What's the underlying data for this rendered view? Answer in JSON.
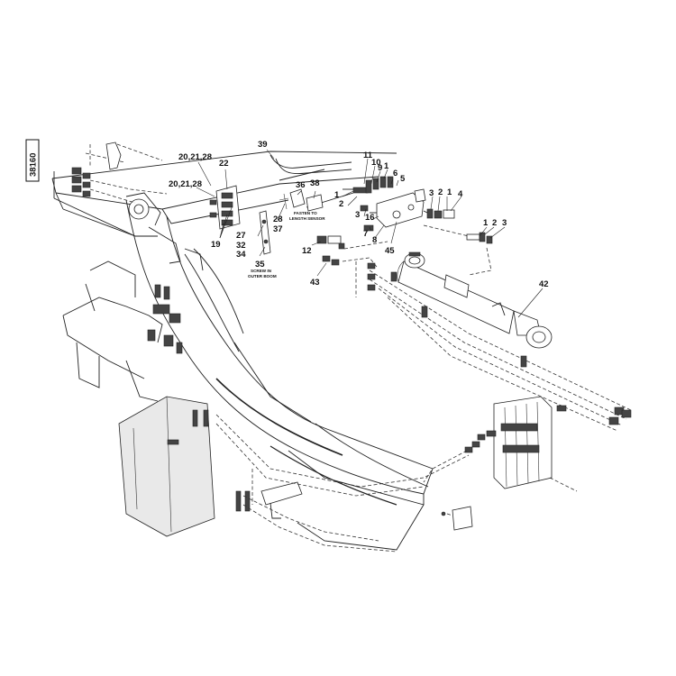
{
  "diagram": {
    "sheet_id": "38160",
    "notes": {
      "length_sensor": [
        "FASTEN TO",
        "LENGTH SENSOR"
      ],
      "outer_boom": [
        "SCREW IN",
        "OUTER BOOM"
      ]
    },
    "callouts": [
      {
        "id": "c-20-21-28-a",
        "text": "20,21,28"
      },
      {
        "id": "c-20-21-28-b",
        "text": "20,21,28"
      },
      {
        "id": "c-22",
        "text": "22"
      },
      {
        "id": "c-19",
        "text": "19"
      },
      {
        "id": "c-27",
        "text": "27"
      },
      {
        "id": "c-32",
        "text": "32"
      },
      {
        "id": "c-34",
        "text": "34"
      },
      {
        "id": "c-35",
        "text": "35"
      },
      {
        "id": "c-39",
        "text": "39"
      },
      {
        "id": "c-36",
        "text": "36"
      },
      {
        "id": "c-38",
        "text": "38"
      },
      {
        "id": "c-28",
        "text": "28"
      },
      {
        "id": "c-37",
        "text": "37"
      },
      {
        "id": "c-11",
        "text": "11"
      },
      {
        "id": "c-10",
        "text": "10"
      },
      {
        "id": "c-9",
        "text": "9"
      },
      {
        "id": "c-1a",
        "text": "1"
      },
      {
        "id": "c-6",
        "text": "6"
      },
      {
        "id": "c-5",
        "text": "5"
      },
      {
        "id": "c-1b",
        "text": "1"
      },
      {
        "id": "c-2a",
        "text": "2"
      },
      {
        "id": "c-3a",
        "text": "3"
      },
      {
        "id": "c-16",
        "text": "16"
      },
      {
        "id": "c-7",
        "text": "7"
      },
      {
        "id": "c-8",
        "text": "8"
      },
      {
        "id": "c-45",
        "text": "45"
      },
      {
        "id": "c-3b",
        "text": "3"
      },
      {
        "id": "c-2b",
        "text": "2"
      },
      {
        "id": "c-1c",
        "text": "1"
      },
      {
        "id": "c-4",
        "text": "4"
      },
      {
        "id": "c-1d",
        "text": "1"
      },
      {
        "id": "c-2c",
        "text": "2"
      },
      {
        "id": "c-3c",
        "text": "3"
      },
      {
        "id": "c-12",
        "text": "12"
      },
      {
        "id": "c-43",
        "text": "43"
      },
      {
        "id": "c-42",
        "text": "42"
      }
    ]
  }
}
